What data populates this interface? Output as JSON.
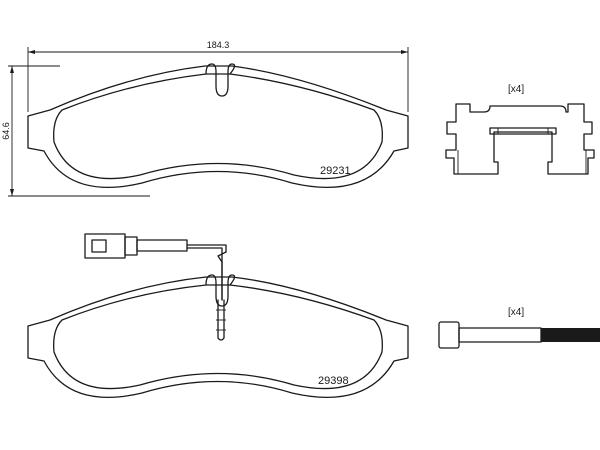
{
  "dimensions": {
    "width_label": "184.3",
    "height_label": "64.6"
  },
  "parts": {
    "top_pad_number": "29231",
    "bottom_pad_number": "29398"
  },
  "accessories": {
    "clip_quantity": "[x4]",
    "pin_quantity": "[x4]"
  },
  "colors": {
    "line": "#1a1a1a",
    "background": "#ffffff"
  }
}
